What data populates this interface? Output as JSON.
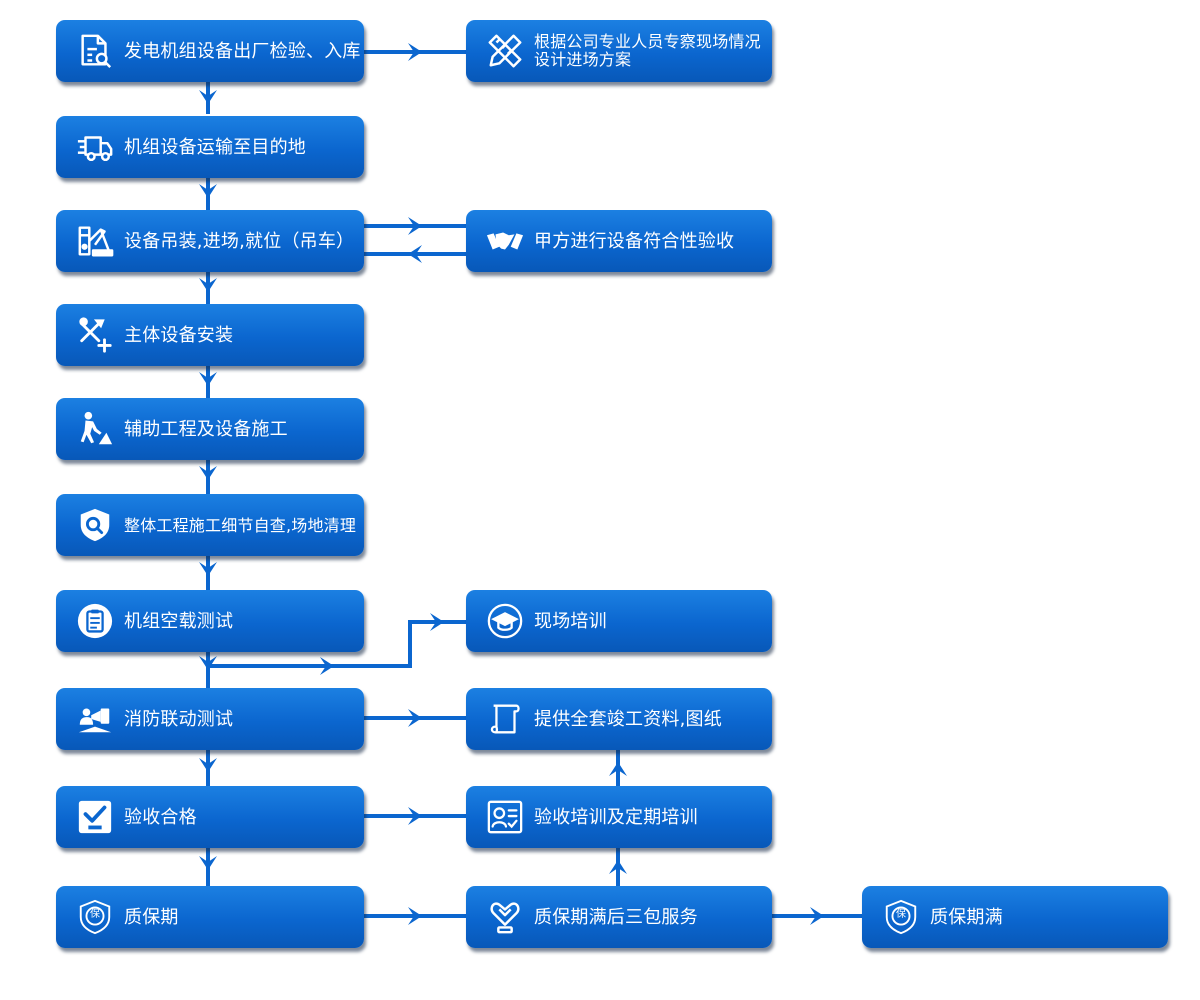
{
  "colors": {
    "box": "#0b66cf",
    "connector": "#0b66cf",
    "text": "#ffffff"
  },
  "nodes": {
    "n1": {
      "label": "发电机组设备出厂检验、入库",
      "icon": "document-search-icon"
    },
    "n2": {
      "label": "机组设备运输至目的地",
      "icon": "truck-icon"
    },
    "n3": {
      "label": "设备吊装,进场,就位（吊车）",
      "icon": "crane-icon"
    },
    "n4": {
      "label": "主体设备安装",
      "icon": "tools-icon"
    },
    "n5": {
      "label": "辅助工程及设备施工",
      "icon": "worker-icon"
    },
    "n6": {
      "label": "整体工程施工细节自查,场地清理",
      "icon": "shield-search-icon"
    },
    "n7": {
      "label": "机组空载测试",
      "icon": "clipboard-icon"
    },
    "n8": {
      "label": "消防联动测试",
      "icon": "alarm-icon"
    },
    "n9": {
      "label": "验收合格",
      "icon": "checkbox-icon"
    },
    "n10": {
      "label": "质保期",
      "icon": "warranty-shield-icon",
      "badge": "保"
    },
    "r1": {
      "line1": "根据公司专业人员专察现场情况",
      "line2": "设计进场方案",
      "icon": "design-tools-icon"
    },
    "r3": {
      "label": "甲方进行设备符合性验收",
      "icon": "handshake-icon"
    },
    "r7": {
      "label": "现场培训",
      "icon": "graduation-cap-icon"
    },
    "r8": {
      "label": "提供全套竣工资料,图纸",
      "icon": "scroll-icon"
    },
    "r9": {
      "label": "验收培训及定期培训",
      "icon": "trainer-icon"
    },
    "r10": {
      "label": "质保期满后三包服务",
      "icon": "heart-service-icon"
    },
    "far10": {
      "label": "质保期满",
      "icon": "warranty-shield-icon",
      "badge": "保"
    }
  }
}
